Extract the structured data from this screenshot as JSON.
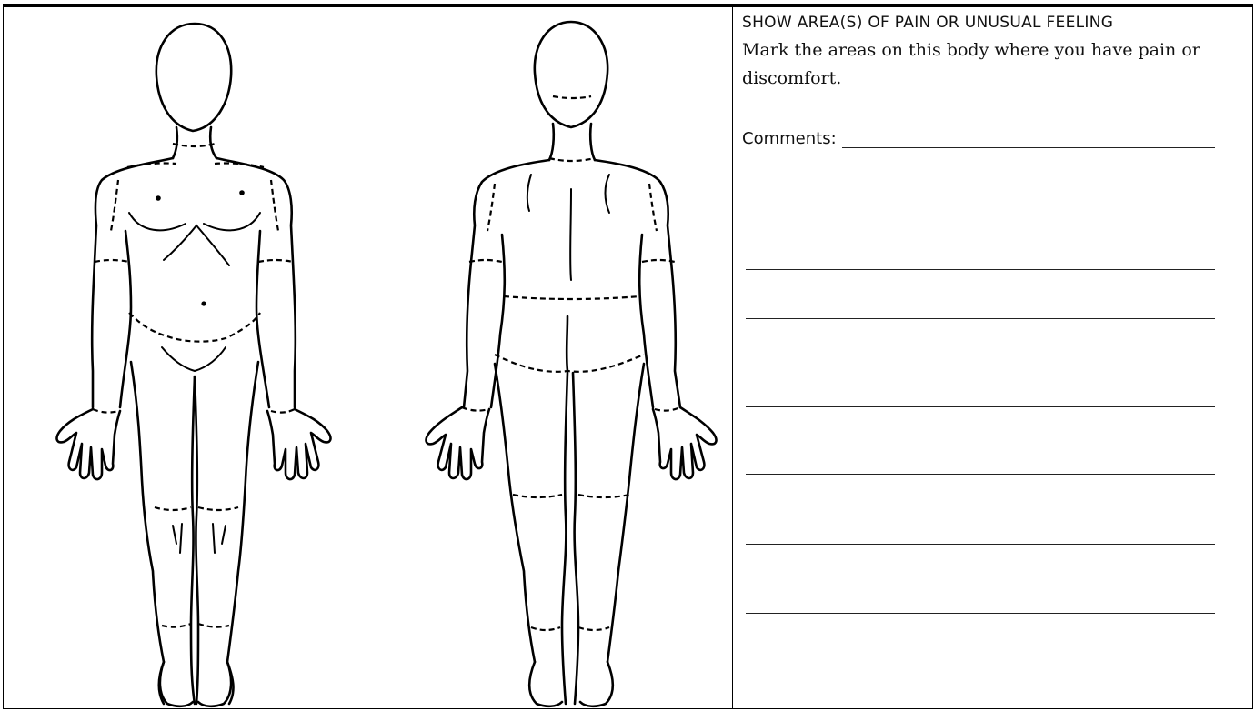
{
  "form": {
    "heading": "SHOW AREA(S) OF PAIN OR UNUSUAL FEELING",
    "instructions": "Mark the areas on this body where you have pain or discomfort.",
    "comments_label": "Comments:",
    "blank_line_count": 7
  },
  "figures": {
    "front_icon": "body-front-outline",
    "back_icon": "body-back-outline"
  }
}
